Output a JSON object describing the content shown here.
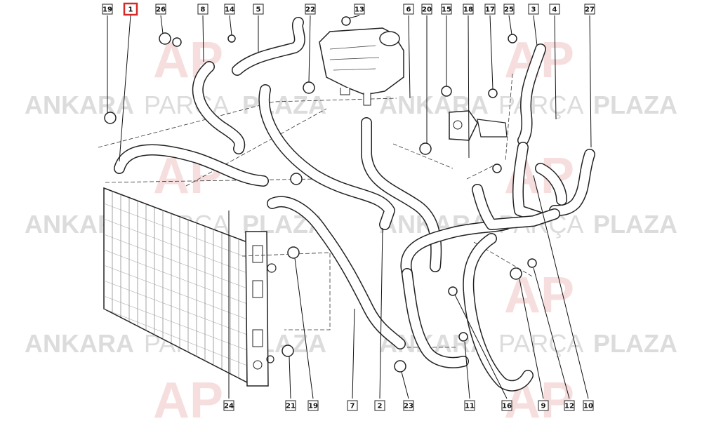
{
  "watermark": {
    "brand_left": "ANKARA",
    "brand_mid": "PARÇA",
    "brand_right": "PLAZA",
    "logo_text": "AP",
    "color": "#dcdcdc",
    "logo_color": "#f2c9c9"
  },
  "highlight_color": "#d62828",
  "callouts": [
    {
      "label": "19",
      "highlighted": false
    },
    {
      "label": "1",
      "highlighted": true
    },
    {
      "label": "26",
      "highlighted": false
    },
    {
      "label": "8",
      "highlighted": false
    },
    {
      "label": "14",
      "highlighted": false
    },
    {
      "label": "5",
      "highlighted": false
    },
    {
      "label": "22",
      "highlighted": false
    },
    {
      "label": "13",
      "highlighted": false
    },
    {
      "label": "6",
      "highlighted": false
    },
    {
      "label": "20",
      "highlighted": false
    },
    {
      "label": "15",
      "highlighted": false
    },
    {
      "label": "18",
      "highlighted": false
    },
    {
      "label": "17",
      "highlighted": false
    },
    {
      "label": "25",
      "highlighted": false
    },
    {
      "label": "3",
      "highlighted": false
    },
    {
      "label": "4",
      "highlighted": false
    },
    {
      "label": "27",
      "highlighted": false
    },
    {
      "label": "24",
      "highlighted": false
    },
    {
      "label": "21",
      "highlighted": false
    },
    {
      "label": "19",
      "highlighted": false
    },
    {
      "label": "7",
      "highlighted": false
    },
    {
      "label": "2",
      "highlighted": false
    },
    {
      "label": "23",
      "highlighted": false
    },
    {
      "label": "11",
      "highlighted": false
    },
    {
      "label": "16",
      "highlighted": false
    },
    {
      "label": "9",
      "highlighted": false
    },
    {
      "label": "12",
      "highlighted": false
    },
    {
      "label": "10",
      "highlighted": false
    }
  ]
}
